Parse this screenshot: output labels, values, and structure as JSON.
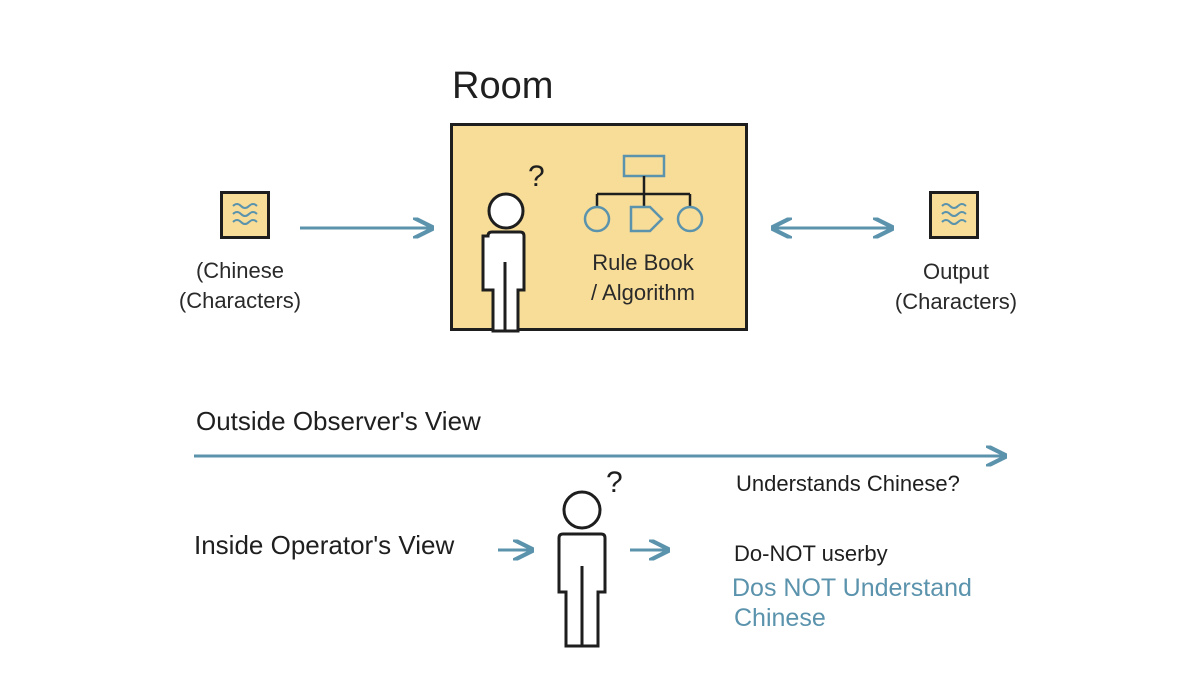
{
  "room": {
    "title": "Room",
    "rule_book_line1": "Rule Book",
    "rule_book_line2": "/ Algorithm",
    "question_mark": "?"
  },
  "input": {
    "label_line1": "(Chinese",
    "label_line2": "(Characters)",
    "icon": "wave-document-icon"
  },
  "output": {
    "label_line1": "Output",
    "label_line2": "(Characters)",
    "icon": "wave-document-icon"
  },
  "outside_view": {
    "label": "Outside Observer's View",
    "result": "Understands Chinese?"
  },
  "inside_view": {
    "label": "Inside Operator's View",
    "question_mark": "?",
    "result_line1": "Do-NOT userby",
    "result_line2": "Dos NOT Understand",
    "result_line3": "Chinese"
  },
  "colors": {
    "room_fill": "#f8dd98",
    "arrow_blue": "#5b93ad",
    "outline": "#1e1e1e"
  }
}
